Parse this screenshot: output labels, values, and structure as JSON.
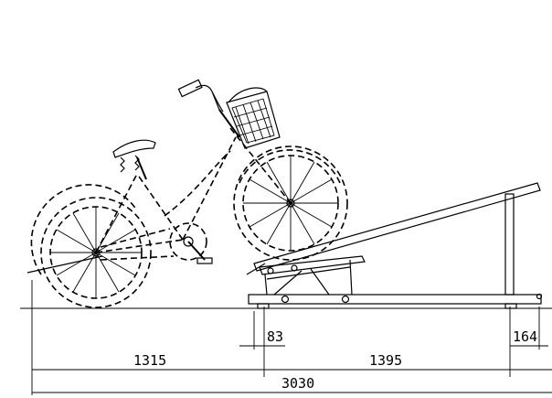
{
  "dimensions": {
    "rear_to_rack": "1315",
    "rack_length": "1395",
    "total_length": "3030",
    "front_offset": "83",
    "post_offset": "164"
  }
}
